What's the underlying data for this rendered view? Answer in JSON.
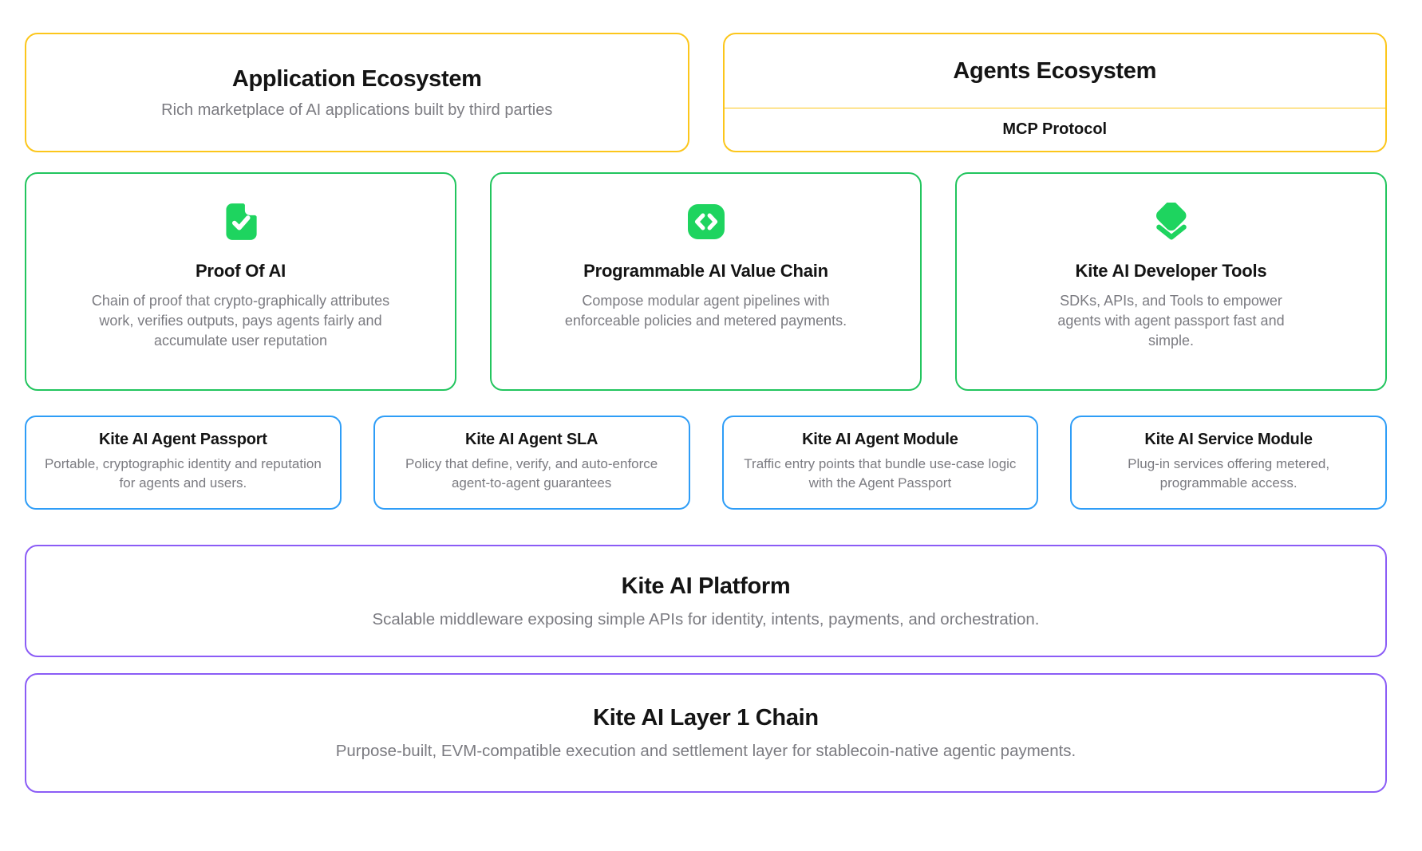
{
  "colors": {
    "yellow": "#FCC61B",
    "green": "#22C55E",
    "icon_green": "#1ED45F",
    "blue": "#2E9DF7",
    "purple": "#8B5CF6",
    "title": "#141414",
    "body": "#7B7B81"
  },
  "top_row": {
    "application_ecosystem": {
      "title": "Application Ecosystem",
      "subtitle": "Rich marketplace of AI applications built by third parties"
    },
    "agents_ecosystem": {
      "title": "Agents Ecosystem",
      "protocol_label": "MCP Protocol"
    }
  },
  "green_cards": [
    {
      "icon": "document-check-icon",
      "title": "Proof Of AI",
      "body": "Chain of proof that crypto-graphically attributes work, verifies outputs, pays agents fairly and accumulate user reputation"
    },
    {
      "icon": "code-brackets-icon",
      "title": "Programmable AI Value Chain",
      "body": "Compose modular agent pipelines with enforceable policies and metered payments."
    },
    {
      "icon": "layers-icon",
      "title": "Kite AI Developer Tools",
      "body": "SDKs, APIs, and Tools to empower agents with agent passport fast and simple."
    }
  ],
  "blue_cards": [
    {
      "title": "Kite AI Agent Passport",
      "body": "Portable, cryptographic identity and reputation for agents and users."
    },
    {
      "title": "Kite AI Agent SLA",
      "body": "Policy that define, verify, and auto-enforce agent-to-agent guarantees"
    },
    {
      "title": "Kite AI Agent Module",
      "body": "Traffic entry points that bundle use-case logic with the Agent Passport"
    },
    {
      "title": "Kite AI Service Module",
      "body": "Plug-in services offering metered, programmable access."
    }
  ],
  "platform_band": {
    "title": "Kite AI Platform",
    "subtitle": "Scalable middleware exposing simple APIs for identity, intents, payments, and orchestration."
  },
  "chain_band": {
    "title": "Kite AI Layer 1 Chain",
    "subtitle": "Purpose-built, EVM-compatible execution and settlement layer for stablecoin-native agentic payments."
  }
}
